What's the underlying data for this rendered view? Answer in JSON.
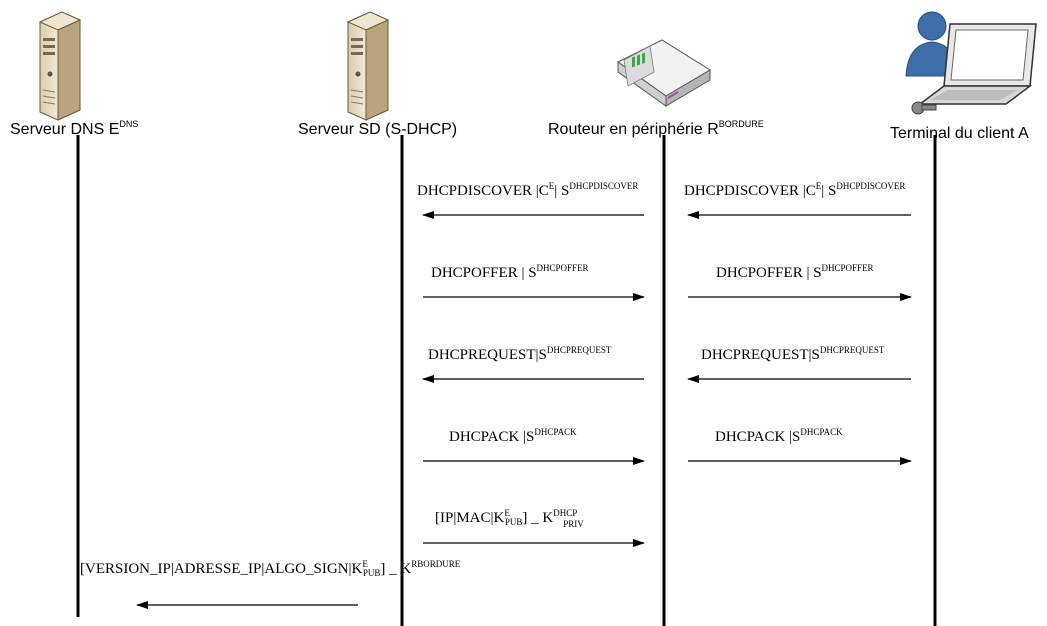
{
  "colors": {
    "line": "#000000",
    "server_body": "#e8dcc4",
    "router_body": "#e6e6e6",
    "router_led": "#39a84a",
    "person": "#3d6ea8"
  },
  "entities": [
    {
      "label": "Serveur DNS E",
      "sup": "DNS",
      "icon": "server-icon"
    },
    {
      "label": "Serveur SD  (S-DHCP)",
      "sup": "",
      "icon": "server-icon"
    },
    {
      "label": "Routeur en périphérie R",
      "sup": "BORDURE",
      "icon": "router-icon"
    },
    {
      "label": "Terminal du client A",
      "sup": "",
      "icon": "laptop-user-icon"
    }
  ],
  "messages": [
    {
      "base": "DHCPDISCOVER |C",
      "sup": "E",
      "tail": "| S",
      "tail_sup": "DHCPDISCOVER",
      "direction": "left"
    },
    {
      "base": "DHCPDISCOVER |C",
      "sup": "E",
      "tail": "| S",
      "tail_sup": "DHCPDISCOVER",
      "direction": "left"
    },
    {
      "base": "DHCPOFFER | S",
      "sup": "DHCPOFFER",
      "direction": "right"
    },
    {
      "base": "DHCPOFFER | S",
      "sup": "DHCPOFFER",
      "direction": "right"
    },
    {
      "base": "DHCPREQUEST|S",
      "sup": "DHCPREQUEST",
      "direction": "left"
    },
    {
      "base": "DHCPREQUEST|S",
      "sup": "DHCPREQUEST",
      "direction": "left"
    },
    {
      "base": "DHCPACK |S",
      "sup": "DHCPACK",
      "direction": "right"
    },
    {
      "base": "DHCPACK |S",
      "sup": "DHCPACK",
      "direction": "right"
    },
    {
      "p1": "[IP|MAC|K",
      "p1_sup": "E",
      "p1_sub": "PUB",
      "p2": "] _ K",
      "p2_sup": "DHCP",
      "p2_sub": "PRIV",
      "direction": "right"
    },
    {
      "p1": "[VERSION_IP|ADRESSE_IP|ALGO_SIGN|K",
      "p1_sup": "E",
      "p1_sub": "PUB",
      "p2": "] _ K",
      "p2_sup": "RBORDURE",
      "direction": "left"
    }
  ]
}
